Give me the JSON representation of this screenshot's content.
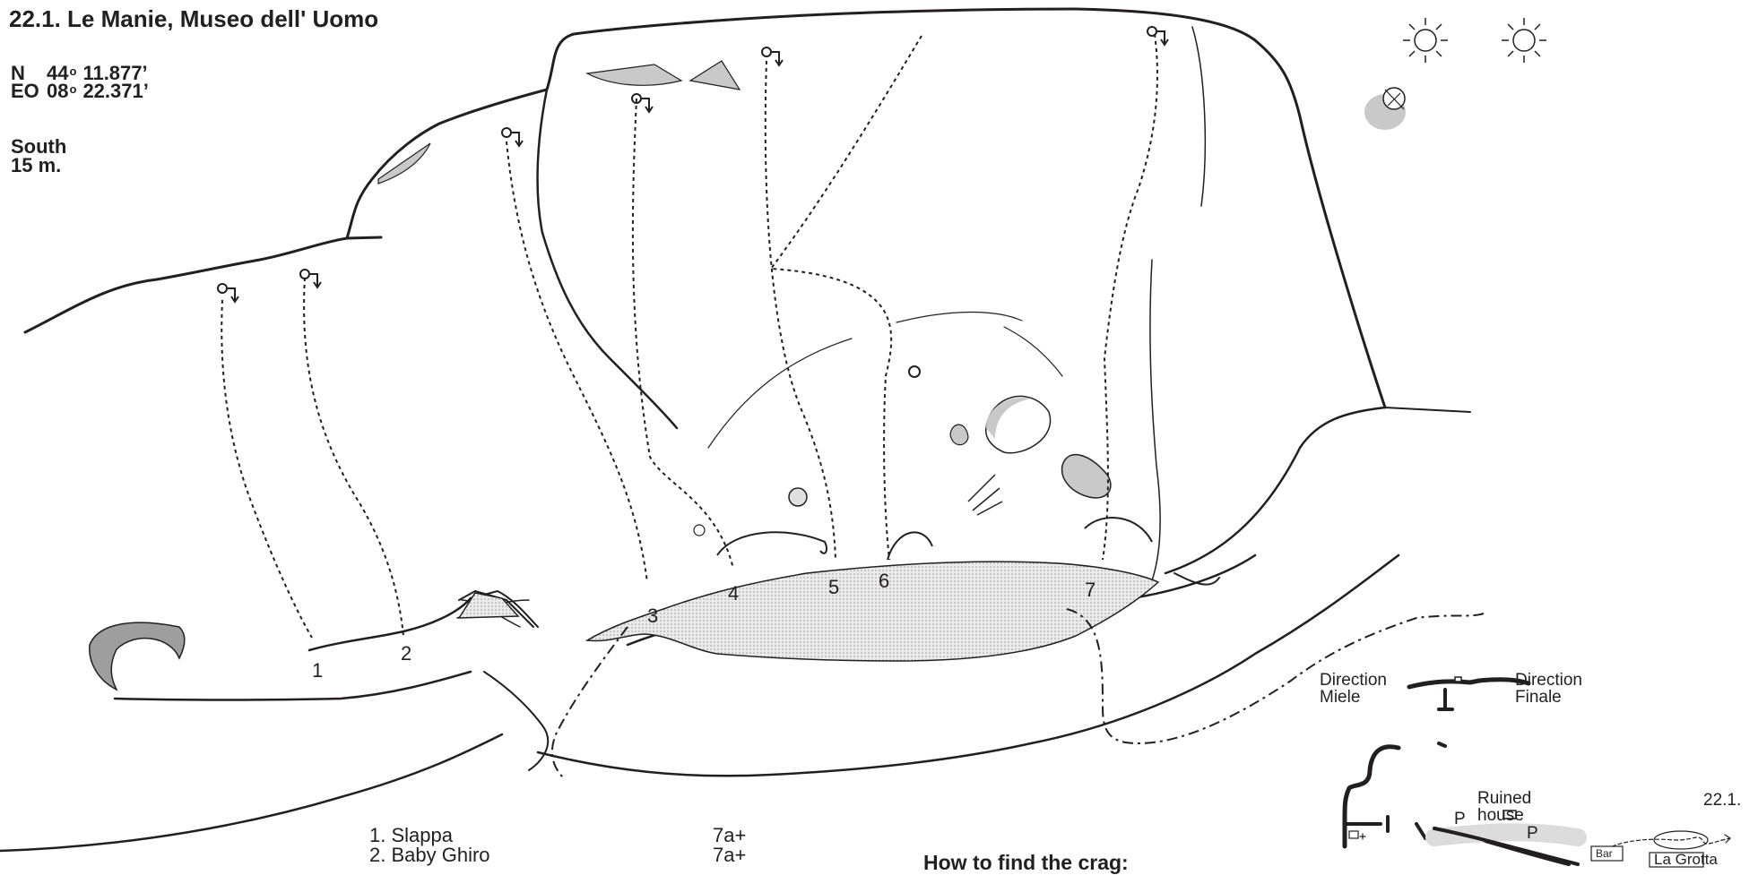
{
  "header": {
    "title": "22.1. Le Manie, Museo dell' Uomo",
    "lat_prefix": "N",
    "lat_deg": "44",
    "lat_min": "11.877’",
    "lon_prefix": "EO",
    "lon_deg": "08",
    "lon_min": "22.371’",
    "aspect": "South",
    "height": "15 m."
  },
  "topo": {
    "route_numbers": [
      "1",
      "2",
      "3",
      "4",
      "5",
      "6",
      "7"
    ],
    "icons": [
      "sun-icon",
      "sun-icon",
      "shade-umbrella-icon"
    ]
  },
  "routes": [
    {
      "name": "1. Slappa",
      "grade": "7a+"
    },
    {
      "name": "2. Baby Ghiro",
      "grade": "7a+"
    }
  ],
  "howto": {
    "heading": "How to find the crag:"
  },
  "map": {
    "direction_miele": "Direction\nMiele",
    "direction_finale": "Direction\nFinale",
    "ruined_house": "Ruined\nhouse",
    "parking_1": "P",
    "parking_2": "P",
    "bar": "Bar",
    "la_grotta": "La Grotta",
    "crag_ref": "22.1."
  }
}
